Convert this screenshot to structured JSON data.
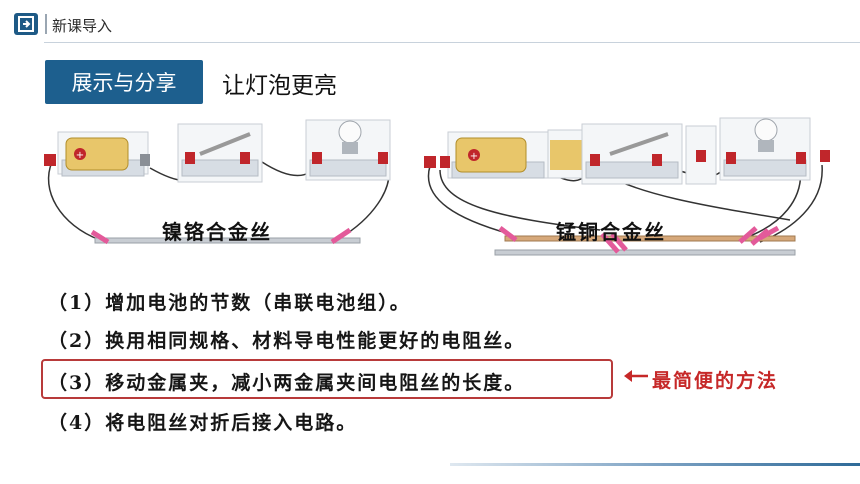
{
  "header": {
    "title": "新课导入"
  },
  "section": {
    "badge": "展示与分享",
    "title": "让灯泡更亮"
  },
  "diagram": {
    "left_wire_label": "镍铬合金丝",
    "right_wire_label": "锰铜合金丝",
    "colors": {
      "clip": "#c0262b",
      "battery": "#e8c66a",
      "base": "#dfe4ea",
      "wire": "#333333"
    }
  },
  "items": [
    "（1）增加电池的节数（串联电池组）。",
    "（2）换用相同规格、材料导电性能更好的电阻丝。",
    "（3）移动金属夹，减小两金属夹间电阻丝的长度。",
    "（4）将电阻丝对折后接入电路。"
  ],
  "note": {
    "text": "最简便的方法",
    "color": "#c62828"
  }
}
